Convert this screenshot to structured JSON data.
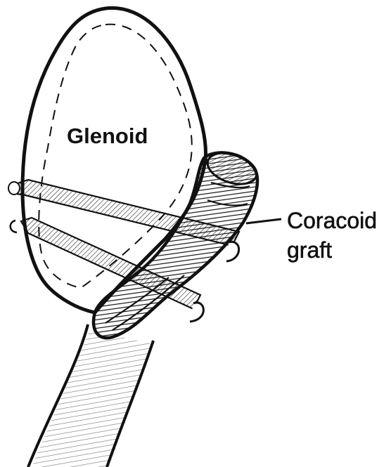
{
  "labels": {
    "glenoid": "Glenoid",
    "graft_line1": "Coracoid",
    "graft_line2": "graft"
  },
  "colors": {
    "ink": "#111111",
    "paper": "#ffffff"
  }
}
